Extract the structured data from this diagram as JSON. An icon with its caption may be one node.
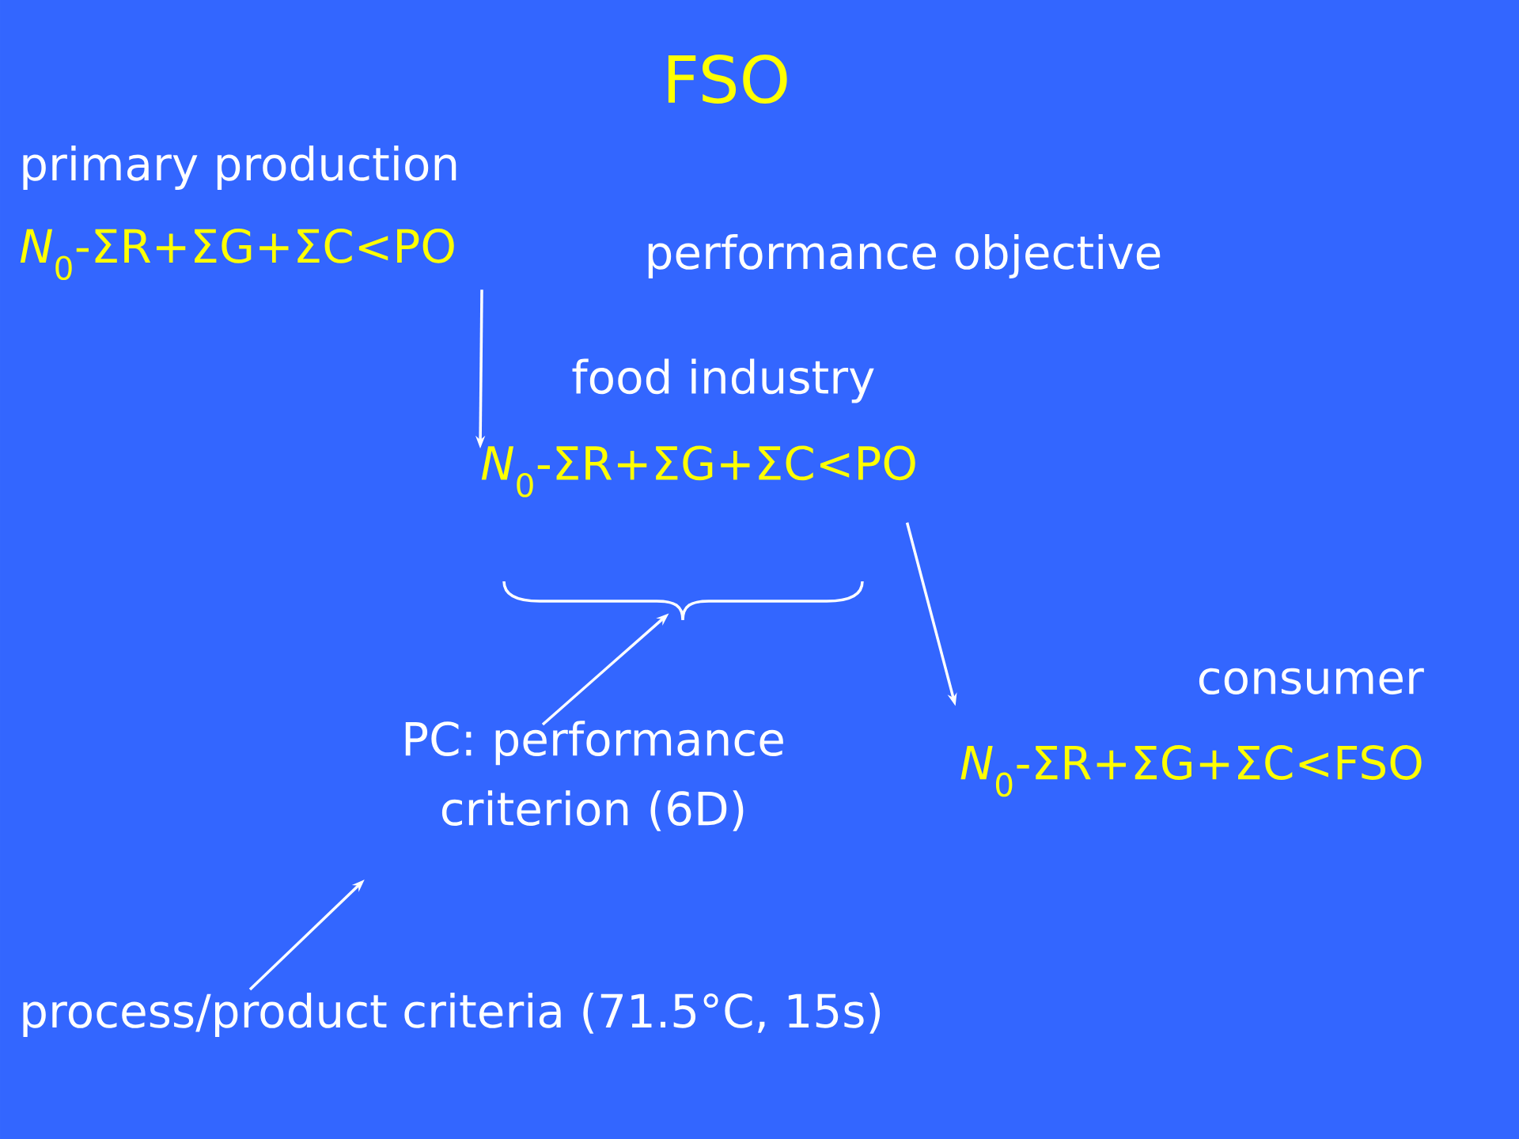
{
  "diagram": {
    "title": "FSO",
    "nodes": [
      {
        "text": [
          "primary production",
          "*N*$_{0}$-ΣR+ΣG+ΣC<PO"
        ]
      },
      {
        "text": [
          "food industry",
          "*N*$_{0}$-ΣR+ΣG+ΣC<PO"
        ]
      },
      {
        "text": [
          "consumer",
          "*N*$_{0}$-ΣR+ΣG+ΣC<FSO"
        ]
      },
      {
        "text": [],
        "shape": "brace"
      },
      {
        "text": [
          "PC: performance criterion (6D)"
        ]
      },
      {
        "text": [
          "process/product criteria (71.5°C, 15s)"
        ]
      }
    ],
    "edges": [
      {
        "from": 0,
        "to": 1,
        "arrow": "to"
      },
      {
        "from": 1,
        "to": 2,
        "arrow": "to"
      },
      {
        "from": 4,
        "to": 3,
        "arrow": "to"
      },
      {
        "from": 5,
        "to": 4,
        "arrow": "to"
      }
    ],
    "labels": [
      "performance objective"
    ]
  }
}
